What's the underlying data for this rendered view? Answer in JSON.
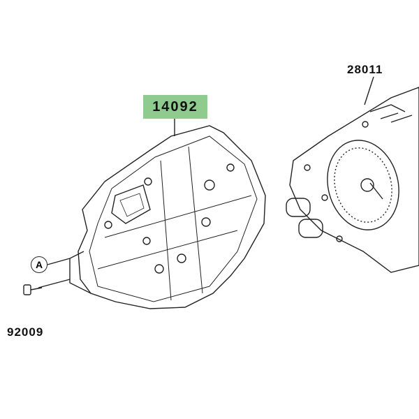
{
  "parts": {
    "meter_assembly": "28011",
    "meter_case": "14092",
    "screw": "92009",
    "reference_callout": "A"
  },
  "highlight_color": "#8fca8f"
}
